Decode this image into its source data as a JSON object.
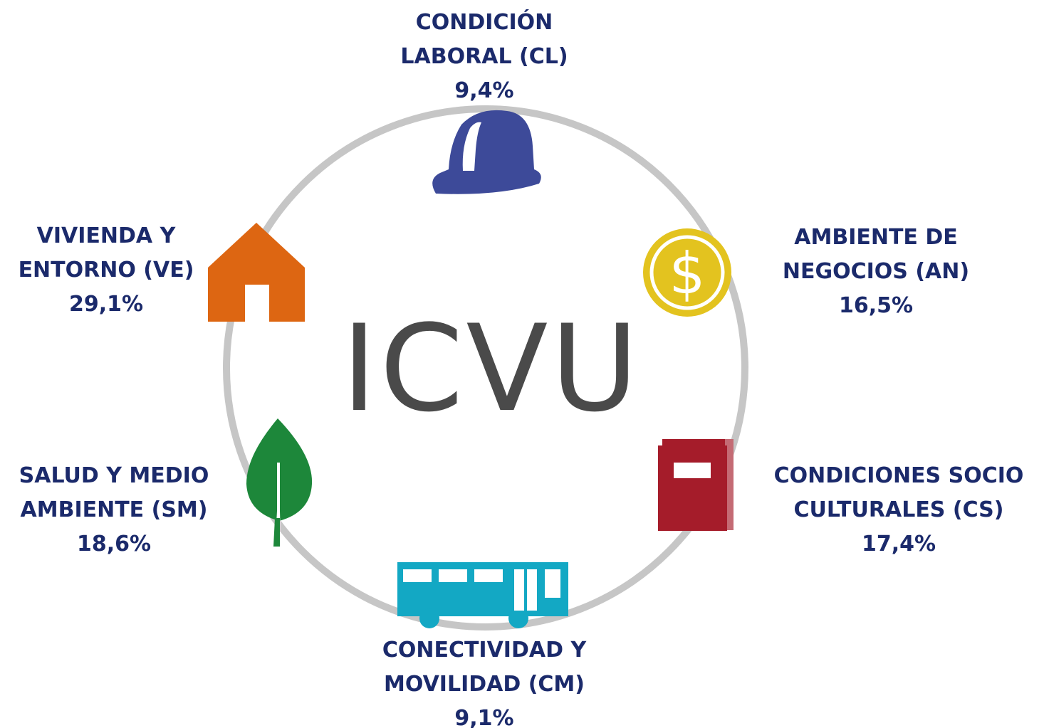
{
  "center_title": "ICVU",
  "ring_color": "#c6c6c6",
  "text_color": "#1b2a6b",
  "components": [
    {
      "id": "cl",
      "line1": "CONDICIÓN",
      "line2": "LABORAL (CL)",
      "percent": "9,4%",
      "icon": "helmet-icon",
      "color": "#3d4a99"
    },
    {
      "id": "an",
      "line1": "AMBIENTE DE",
      "line2": "NEGOCIOS (AN)",
      "percent": "16,5%",
      "icon": "dollar-coin-icon",
      "color": "#e3c31f"
    },
    {
      "id": "cs",
      "line1": "CONDICIONES SOCIO",
      "line2": "CULTURALES (CS)",
      "percent": "17,4%",
      "icon": "book-icon",
      "color": "#a51c2a"
    },
    {
      "id": "cm",
      "line1": "CONECTIVIDAD Y",
      "line2": "MOVILIDAD (CM)",
      "percent": "9,1%",
      "icon": "bus-icon",
      "color": "#13a8c4"
    },
    {
      "id": "sm",
      "line1": "SALUD Y MEDIO",
      "line2": "AMBIENTE (SM)",
      "percent": "18,6%",
      "icon": "leaf-icon",
      "color": "#1d873a"
    },
    {
      "id": "ve",
      "line1": "VIVIENDA Y",
      "line2": "ENTORNO (VE)",
      "percent": "29,1%",
      "icon": "house-icon",
      "color": "#dd6612"
    }
  ]
}
